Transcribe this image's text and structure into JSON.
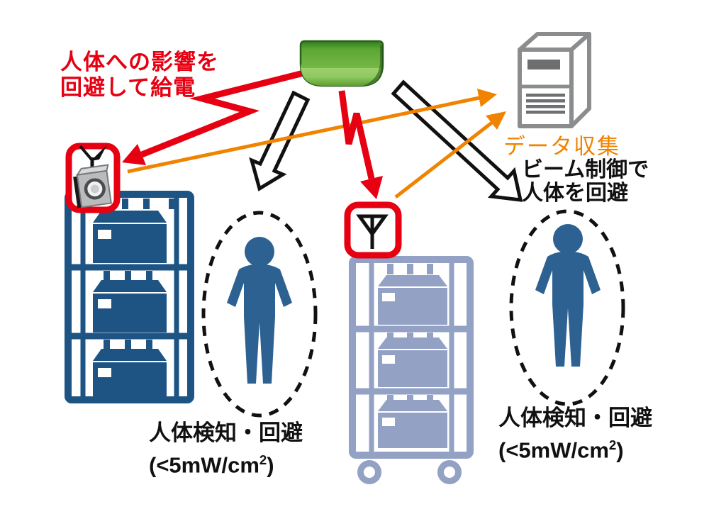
{
  "title": "microwave-wireless-power-transfer-safety-diagram",
  "colors": {
    "red": "#e60012",
    "orange": "#f08300",
    "shelf_dark_blue": "#1d5484",
    "cart_light_slate": "#93a1c4",
    "person_blue": "#2d6191",
    "server_gray": "#8a8c8e",
    "transmitter_green": "#74b845",
    "text_black": "#111111"
  },
  "labels": {
    "avoid_power_line1": "人体への影響を",
    "avoid_power_line2": "回避して給電",
    "data_collection": "データ収集",
    "beam_control_line1": "ビーム制御で",
    "beam_control_line2": "人体を回避"
  },
  "captions": {
    "left": {
      "title": "人体検知・回避",
      "value_prefix": "(<5mW/cm",
      "value_sup": "2",
      "value_suffix": ")"
    },
    "right": {
      "title": "人体検知・回避",
      "value_prefix": "(<5mW/cm",
      "value_sup": "2",
      "value_suffix": ")"
    }
  },
  "icons": {
    "transmitter": "ceiling-power-transmitter",
    "server": "data-collection-server",
    "camera_unit": "sensor-camera-with-antenna",
    "antenna_unit": "receiver-antenna",
    "person": "human-pictogram",
    "shelf": "storage-shelf-with-boxes",
    "cart": "roll-cart-with-boxes"
  }
}
